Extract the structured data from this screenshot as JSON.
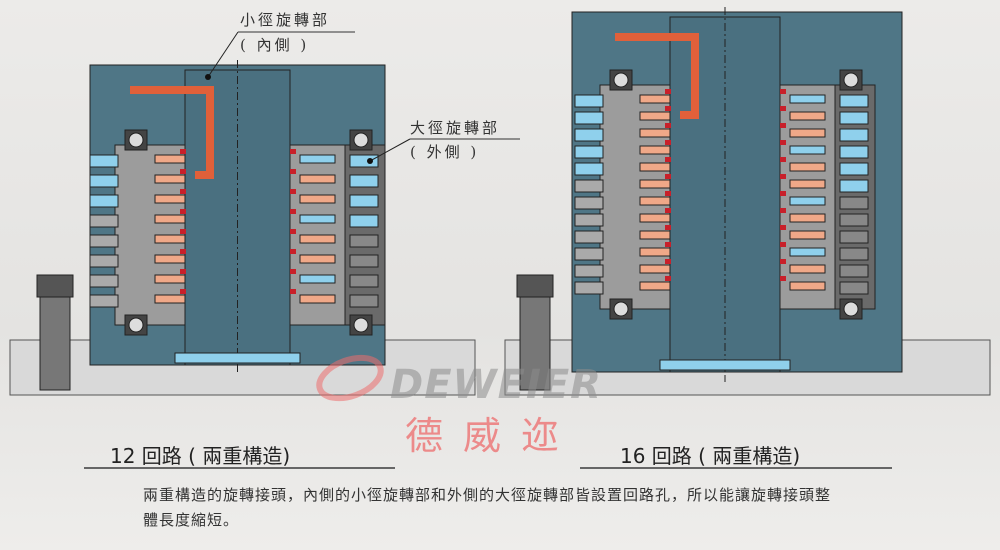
{
  "callouts": {
    "inner": {
      "line1": "小徑旋轉部",
      "line2": "( 內側 )"
    },
    "outer": {
      "line1": "大徑旋轉部",
      "line2": "( 外側 )"
    }
  },
  "watermark": {
    "logo_text": "DEWEIER",
    "brand_text": "德威迩"
  },
  "captions": {
    "left": "12 回路 ( 兩重構造)",
    "right": "16 回路 ( 兩重構造)"
  },
  "description": "兩重構造的旋轉接頭，內側的小徑旋轉部和外側的大徑旋轉部皆設置回路孔，所以能讓旋轉接頭整體長度縮短。",
  "colors": {
    "housing": "#4f7686",
    "body": "#9a9a9a",
    "air_port": "#8fd0ec",
    "oil_port": "#f0a888",
    "hot_port": "#e0603a",
    "seal": "#c8202a",
    "base": "#d9d9d9"
  }
}
